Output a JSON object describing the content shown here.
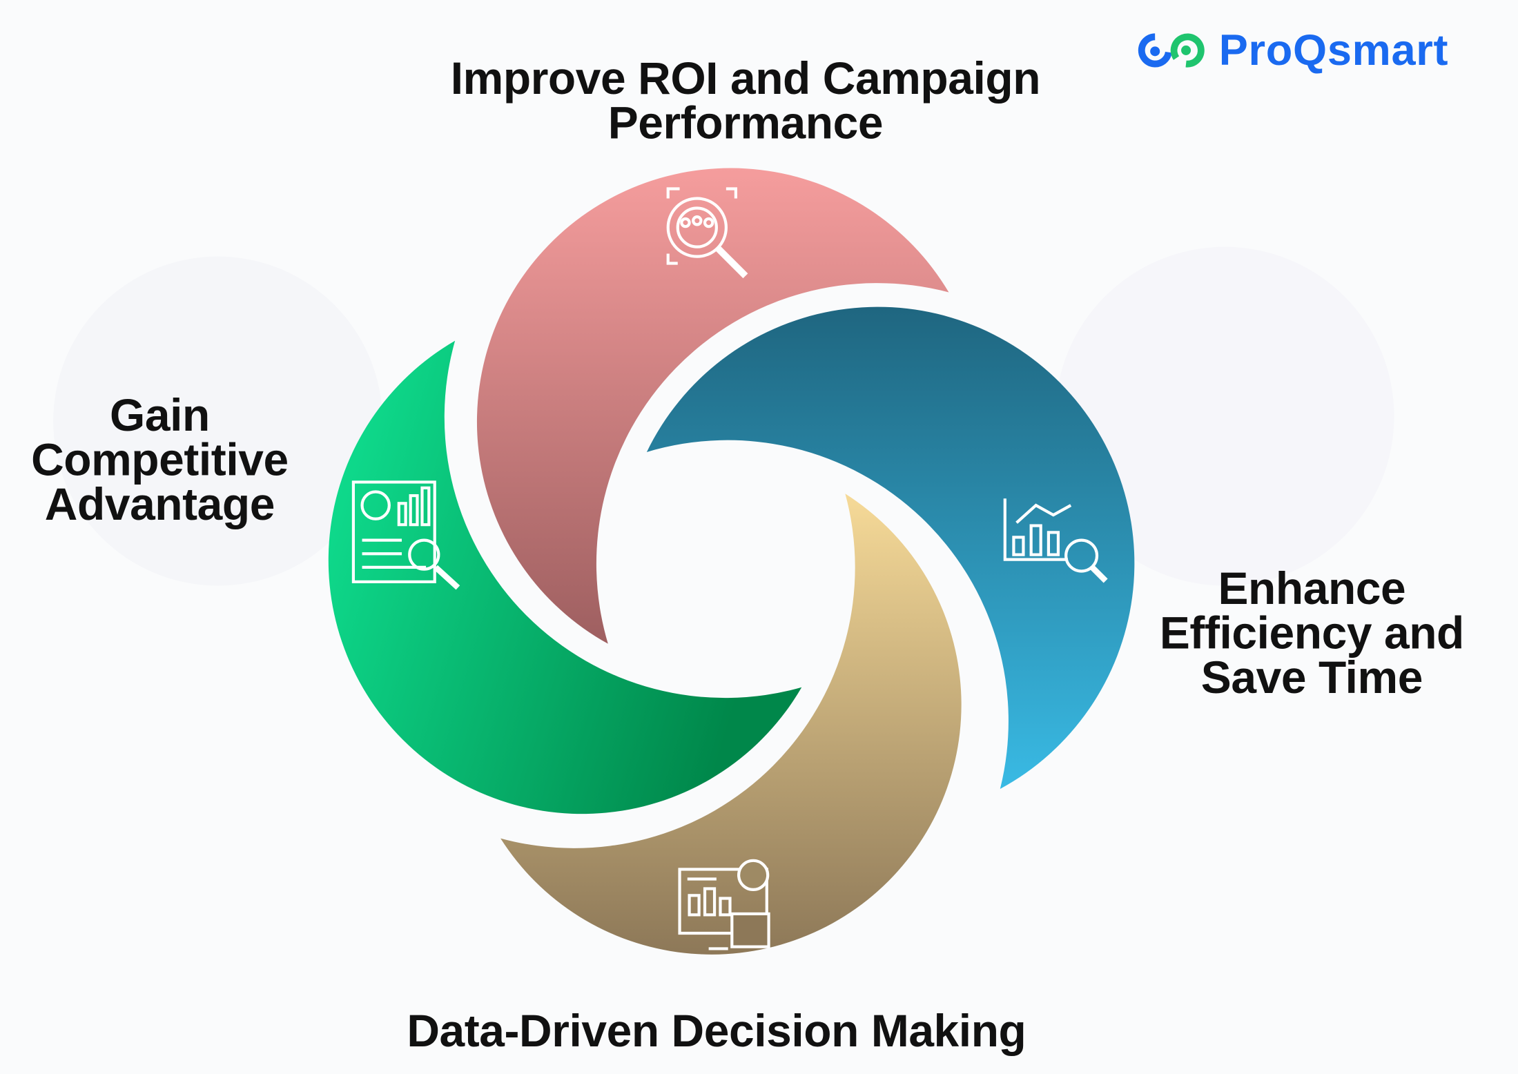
{
  "brand": {
    "name": "ProQsmart",
    "colors": {
      "blue": "#1a6af0",
      "green": "#1fc46e"
    }
  },
  "segments": [
    {
      "id": "roi",
      "label": "Improve ROI and Campaign Performance",
      "icon": "target-audience-search-icon",
      "colors": [
        "#f59d9d",
        "#9e5f60"
      ]
    },
    {
      "id": "efficiency",
      "label": "Enhance Efficiency and Save Time",
      "icon": "chart-analysis-icon",
      "colors": [
        "#1f6680",
        "#39bae4"
      ]
    },
    {
      "id": "decision",
      "label": "Data-Driven Decision Making",
      "icon": "dashboard-calendar-icon",
      "colors": [
        "#f6da98",
        "#8d7858"
      ]
    },
    {
      "id": "competitive",
      "label": "Gain Competitive Advantage",
      "icon": "report-search-icon",
      "colors": [
        "#10e393",
        "#00874a"
      ]
    }
  ],
  "labels": {
    "roi_line1": "Improve ROI and Campaign",
    "roi_line2": "Performance",
    "efficiency_line1": "Enhance",
    "efficiency_line2": "Efficiency and",
    "efficiency_line3": "Save Time",
    "decision_line1": "Data-Driven Decision Making",
    "competitive_line1": "Gain",
    "competitive_line2": "Competitive",
    "competitive_line3": "Advantage"
  }
}
